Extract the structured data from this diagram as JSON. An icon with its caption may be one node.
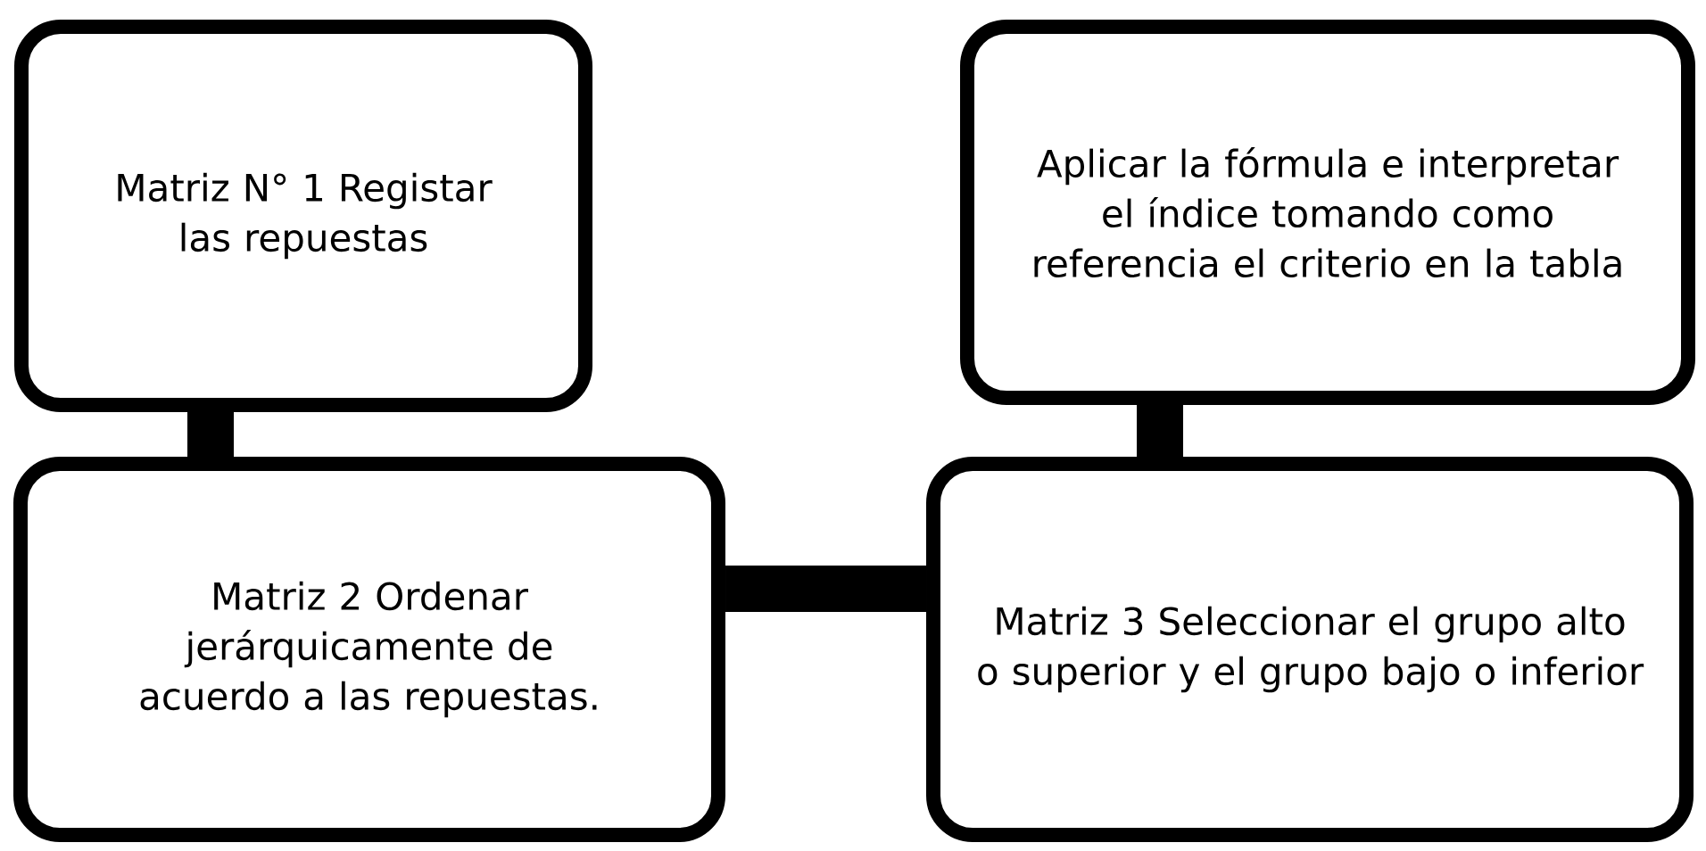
{
  "diagram": {
    "nodes": [
      {
        "text": [
          "Matriz N° 1 Registar las repuestas"
        ]
      },
      {
        "text": [
          "Aplicar la fórmula e interpretar el índice tomando como referencia el criterio en la tabla"
        ]
      },
      {
        "text": [
          "Matriz 2 Ordenar jerárquicamente de acuerdo a las repuestas."
        ]
      },
      {
        "text": [
          "Matriz 3 Seleccionar el grupo alto o superior y el grupo bajo o inferior"
        ]
      }
    ],
    "edges": [
      {
        "from": 0,
        "to": 2,
        "arrow": "none"
      },
      {
        "from": 1,
        "to": 3,
        "arrow": "none"
      },
      {
        "from": 2,
        "to": 3,
        "arrow": "none"
      }
    ]
  }
}
